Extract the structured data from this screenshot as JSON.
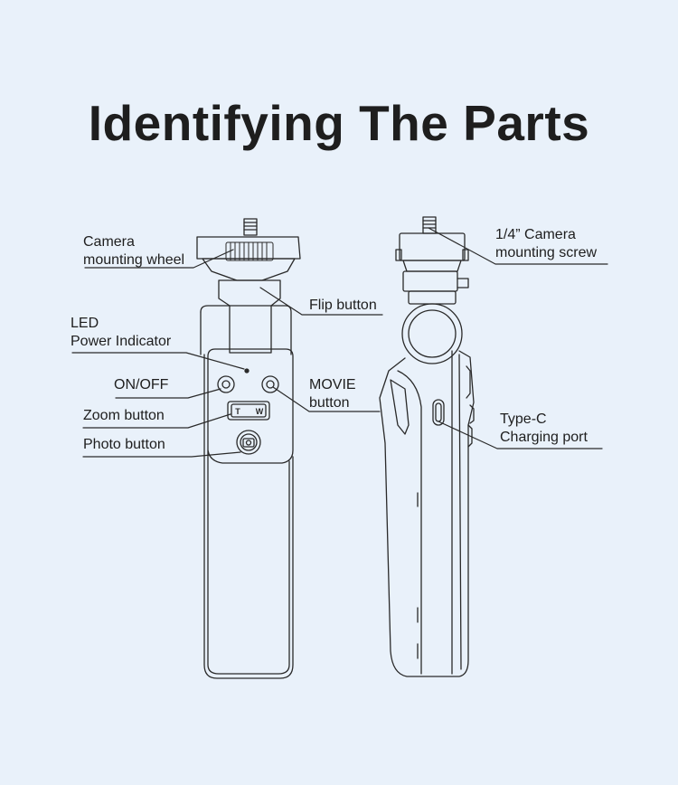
{
  "title": "Identifying The Parts",
  "labels": {
    "camera_mounting_wheel": [
      "Camera",
      "mounting wheel"
    ],
    "led_power_indicator": [
      "LED",
      "Power Indicator"
    ],
    "on_off": "ON/OFF",
    "zoom_button": "Zoom button",
    "photo_button": "Photo button",
    "flip_button": "Flip button",
    "movie_button": [
      "MOVIE",
      "button"
    ],
    "camera_mounting_screw": [
      "1/4” Camera",
      "mounting screw"
    ],
    "type_c_charging_port": [
      "Type-C",
      "Charging port"
    ],
    "zoom_t": "T",
    "zoom_w": "W"
  },
  "colors": {
    "background": "#e9f1fa",
    "line": "#2a2a2a",
    "text": "#1e1e1e"
  }
}
